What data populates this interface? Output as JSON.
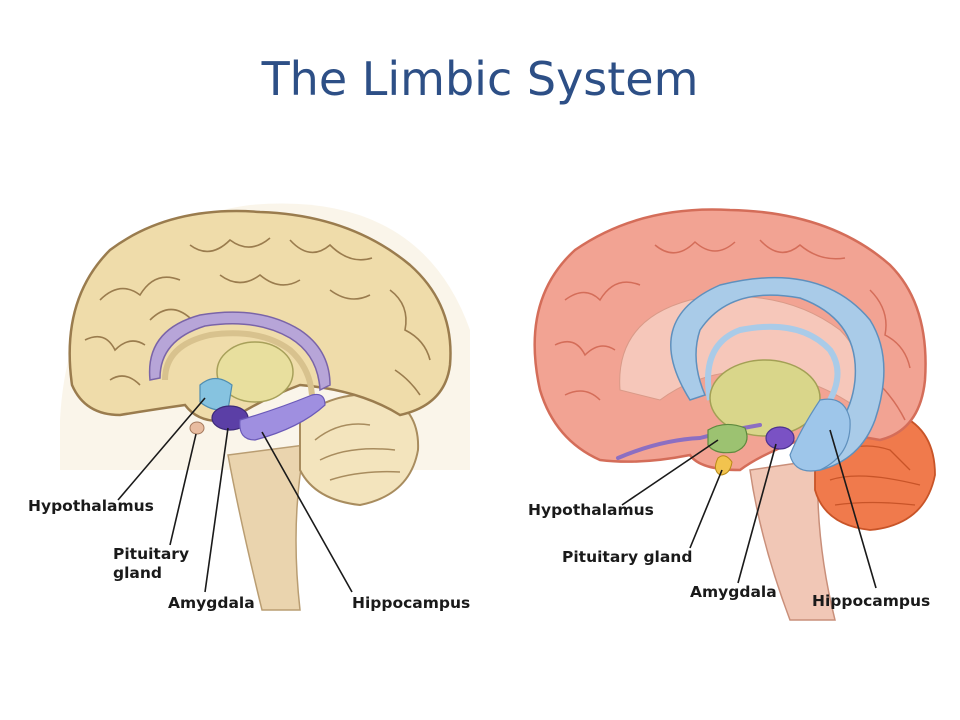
{
  "title": "The Limbic System",
  "left_diagram": {
    "labels": {
      "hypothalamus": "Hypothalamus",
      "pituitary": "Pituitary\ngland",
      "amygdala": "Amygdala",
      "hippocampus": "Hippocampus"
    }
  },
  "right_diagram": {
    "labels": {
      "hypothalamus": "Hypothalamus",
      "pituitary": "Pituitary gland",
      "amygdala": "Amygdala",
      "hippocampus": "Hippocampus"
    }
  },
  "colors": {
    "title": "#2d4f86",
    "left_cortex": "#efdcaa",
    "right_cortex": "#f2a393",
    "hippocampus_blue": "#a9cbe8",
    "amygdala_purple": "#6b4fb2",
    "thalamus_yellow": "#d9d68a",
    "cerebellum_orange": "#f07a4c"
  }
}
